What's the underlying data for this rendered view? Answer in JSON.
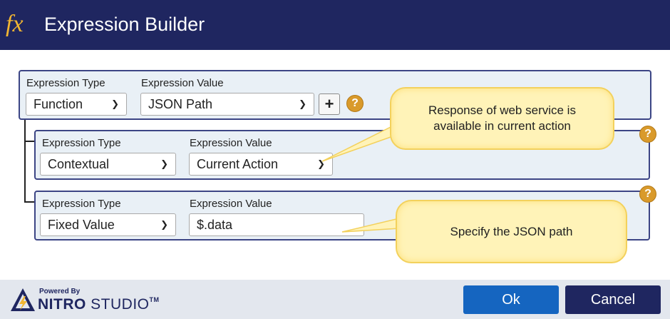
{
  "dialog": {
    "title": "Expression Builder",
    "icon": "fx-icon"
  },
  "rows": [
    {
      "type_label": "Expression Type",
      "type_value": "Function",
      "value_label": "Expression Value",
      "value_value": "JSON Path"
    },
    {
      "type_label": "Expression Type",
      "type_value": "Contextual",
      "value_label": "Expression Value",
      "value_value": "Current Action"
    },
    {
      "type_label": "Expression Type",
      "type_value": "Fixed Value",
      "value_label": "Expression Value",
      "value_value": "$.data"
    }
  ],
  "add_button": "+",
  "help_glyph": "?",
  "callouts": [
    "Response of web service is available in current action",
    "Specify the JSON path"
  ],
  "footer": {
    "powered_by": "Powered By",
    "brand_a": "NITRO",
    "brand_b": "STUDIO",
    "brand_tm": "TM",
    "ok": "Ok",
    "cancel": "Cancel"
  },
  "colors": {
    "title_bar": "#1f2660",
    "accent_blue": "#1565c0",
    "help_icon": "#d99a2b",
    "callout_fill": "#fff3b8"
  }
}
